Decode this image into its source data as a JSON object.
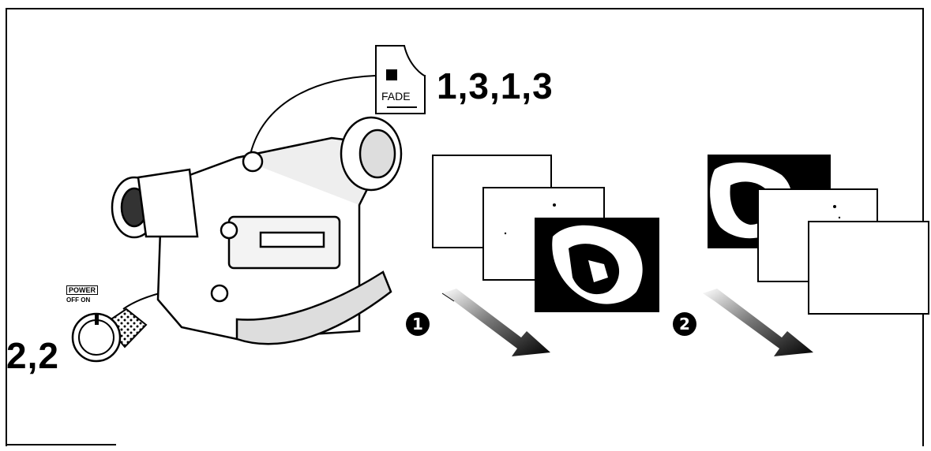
{
  "labels": {
    "fade_steps": "1,3,1,3",
    "power_steps": "2,2",
    "fade_button_text": "FADE",
    "power_dial_label": "POWER",
    "power_dial_positions": "OFF  ON",
    "step_badge_1": "1",
    "step_badge_2": "2"
  },
  "icons": {
    "fade_button": "fade-button-icon",
    "power_dial": "power-dial-icon",
    "camcorder": "camcorder-icon",
    "arrow": "arrow-down-right-icon"
  },
  "colors": {
    "line": "#000000",
    "background": "#ffffff"
  }
}
